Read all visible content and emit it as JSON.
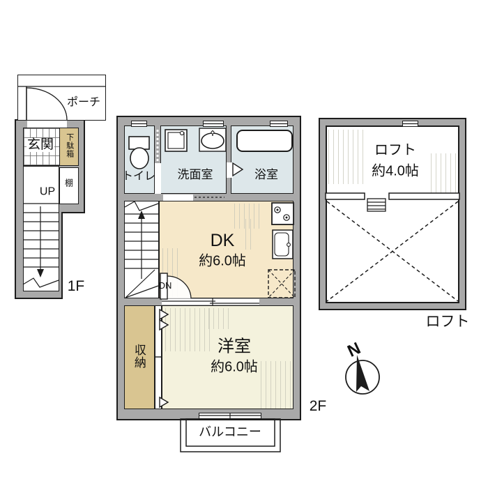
{
  "plan": {
    "floor1": {
      "label": "1F",
      "porch": "ポーチ",
      "entrance": "玄関",
      "shoe_cabinet": "下駄箱",
      "shelf": "棚",
      "stairs_up": "UP"
    },
    "floor2": {
      "label": "2F",
      "toilet": "トイレ",
      "washroom": "洗面室",
      "bathroom": "浴室",
      "dining_kitchen": "DK",
      "dining_kitchen_size": "約6.0帖",
      "stairs_down": "DN",
      "closet": "収納",
      "western_room": "洋室",
      "western_room_size": "約6.0帖",
      "balcony": "バルコニー"
    },
    "loft": {
      "label": "ロフト",
      "name": "ロフト",
      "size": "約4.0帖"
    },
    "compass": {
      "north": "N"
    },
    "colors": {
      "wall": "#a9a9a9",
      "wet_area": "#dde7ea",
      "dk_floor": "#f6e8c9",
      "western_floor": "#f4f2dd",
      "storage": "#d9c591",
      "outline": "#1c1c1c"
    }
  }
}
